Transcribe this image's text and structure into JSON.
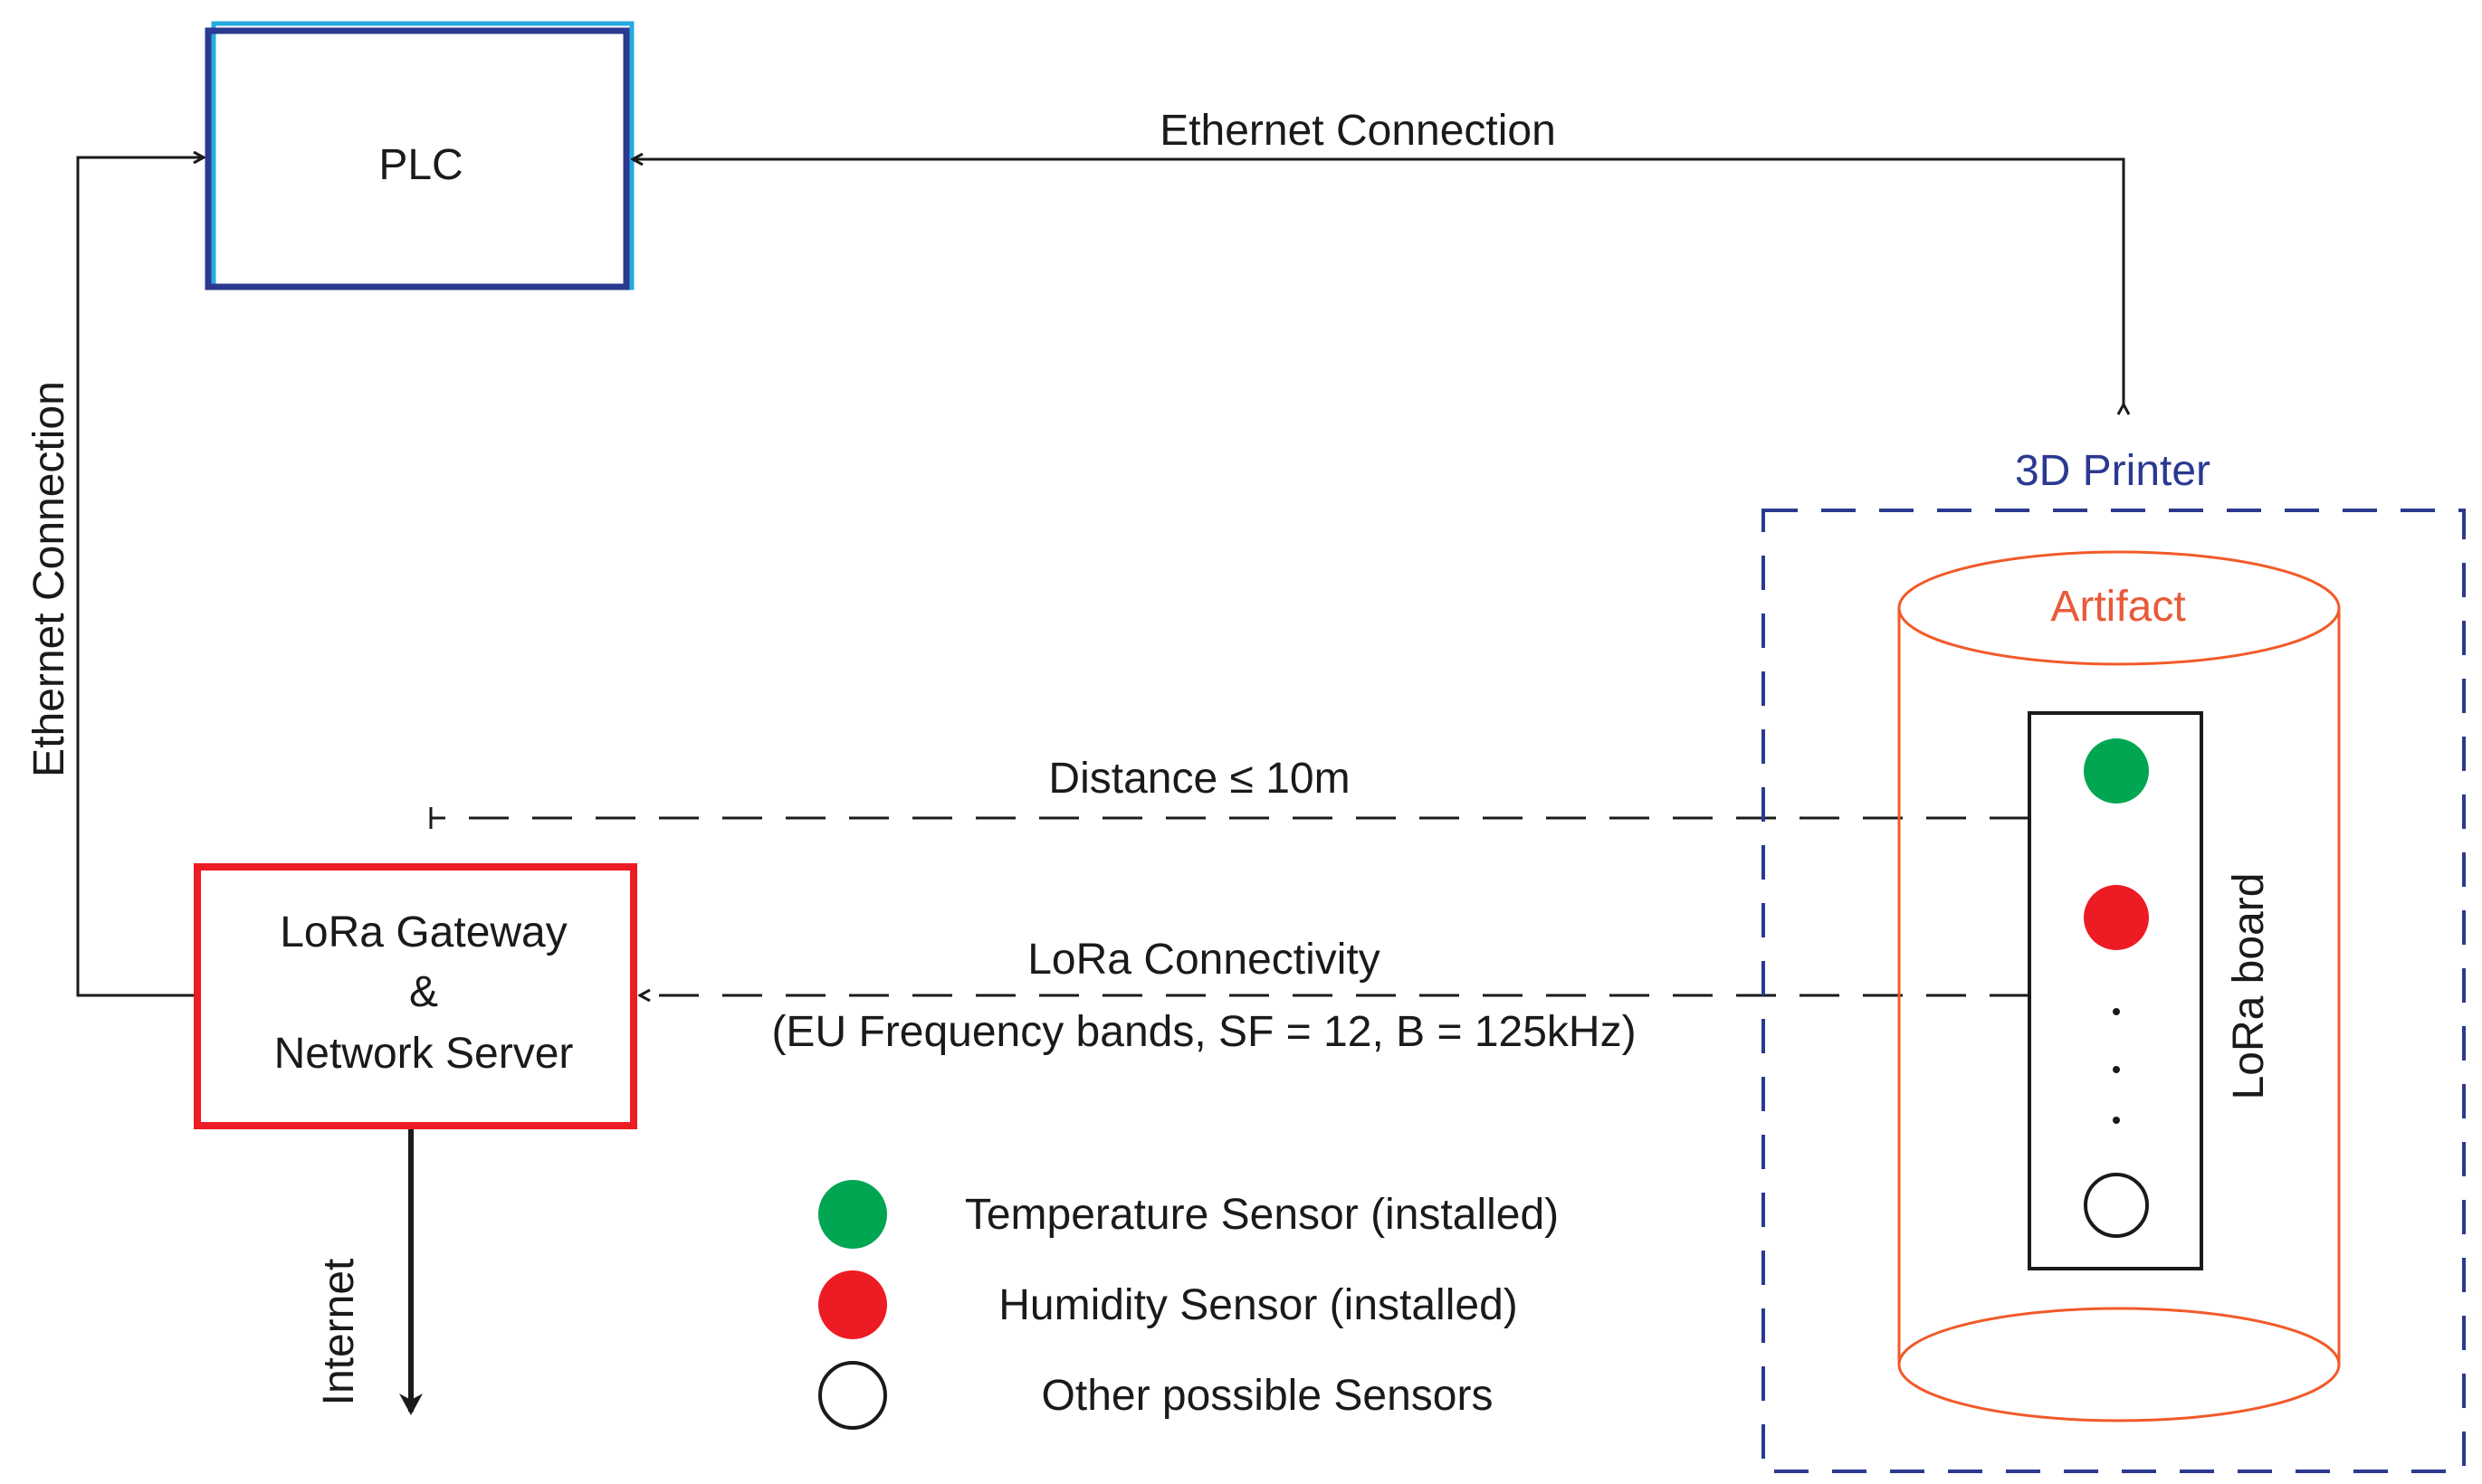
{
  "plc": {
    "label": "PLC",
    "border_color": "#2b3990",
    "accent_color": "#27aae1"
  },
  "gateway": {
    "line1": "LoRa Gateway",
    "line2": "&",
    "line3": "Network Server",
    "border_color": "#ed1c24"
  },
  "connections": {
    "ethernet_top": "Ethernet Connection",
    "ethernet_left": "Ethernet Connection",
    "distance": "Distance ≤ 10m",
    "lora_line1": "LoRa Connectivity",
    "lora_line2": "(EU Frequency bands, SF = 12, B = 125kHz)",
    "internet": "Internet"
  },
  "printer": {
    "label": "3D Printer",
    "color": "#2b3990"
  },
  "artifact": {
    "label": "Artifact",
    "color": "#f15a29"
  },
  "board": {
    "label": "LoRa board",
    "ellipsis": "· · ·"
  },
  "legend": [
    {
      "label": "Temperature Sensor (installed)",
      "color": "#00a651",
      "icon": "green-filled-circle"
    },
    {
      "label": "Humidity Sensor (installed)",
      "color": "#ed1c24",
      "icon": "red-filled-circle"
    },
    {
      "label": "Other possible Sensors",
      "color": "#ffffff",
      "icon": "empty-circle"
    }
  ]
}
